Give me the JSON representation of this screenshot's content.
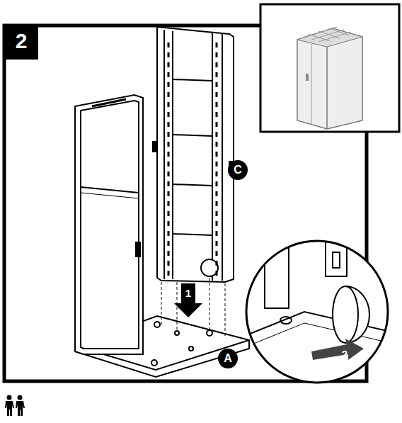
{
  "diagram": {
    "labels": [
      "2",
      "C",
      "1",
      "A",
      "2"
    ]
  }
}
